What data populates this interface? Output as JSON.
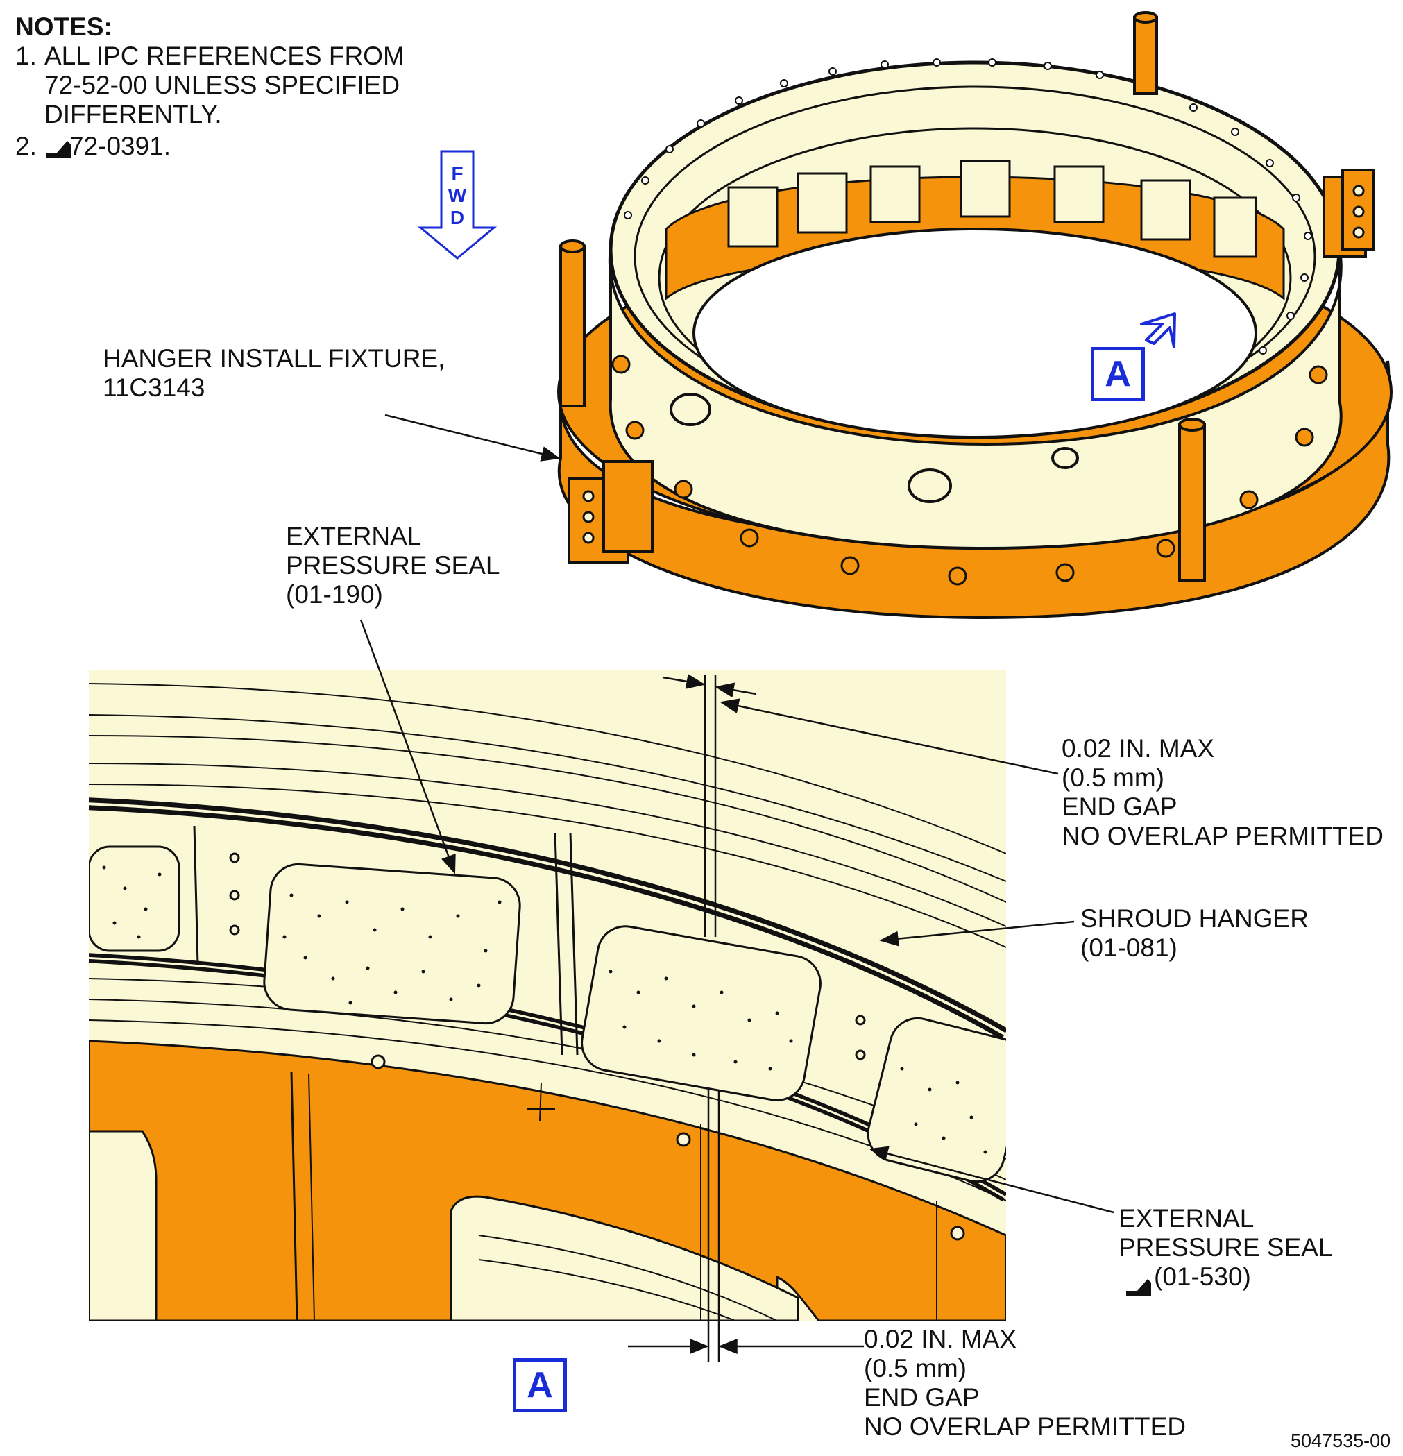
{
  "notes": {
    "title": "NOTES:",
    "items": [
      {
        "number": "1.",
        "lines": [
          "ALL IPC REFERENCES FROM",
          "72-52-00 UNLESS SPECIFIED",
          "DIFFERENTLY."
        ]
      },
      {
        "number": "2.",
        "text": "72-0391."
      }
    ]
  },
  "fwd_arrow": {
    "letters": [
      "F",
      "W",
      "D"
    ]
  },
  "view_label": "A",
  "callouts": {
    "hanger_fixture": {
      "line1": "HANGER INSTALL FIXTURE,",
      "line2": "11C3143"
    },
    "seal_upper": {
      "line1": "EXTERNAL",
      "line2": "PRESSURE SEAL",
      "line3": "(01-190)"
    },
    "gap_upper": {
      "line1": "0.02 IN. MAX",
      "line2": "(0.5 mm)",
      "line3": "END GAP",
      "line4": "NO OVERLAP PERMITTED"
    },
    "shroud_hanger": {
      "line1": "SHROUD HANGER",
      "line2": "(01-081)"
    },
    "seal_lower": {
      "line1": "EXTERNAL",
      "line2": "PRESSURE SEAL",
      "line3": "(01-530)"
    },
    "gap_lower": {
      "line1": "0.02 IN. MAX",
      "line2": "(0.5 mm)",
      "line3": "END GAP",
      "line4": "NO OVERLAP PERMITTED"
    }
  },
  "figure_id": "5047535-00",
  "colors": {
    "fixture_orange": "#f5940c",
    "part_cream": "#fbf8d6",
    "label_blue": "#1a2bd8",
    "line": "#111111"
  },
  "icons": [
    "service-bulletin-icon",
    "fwd-arrow-icon",
    "view-arrow-icon"
  ]
}
